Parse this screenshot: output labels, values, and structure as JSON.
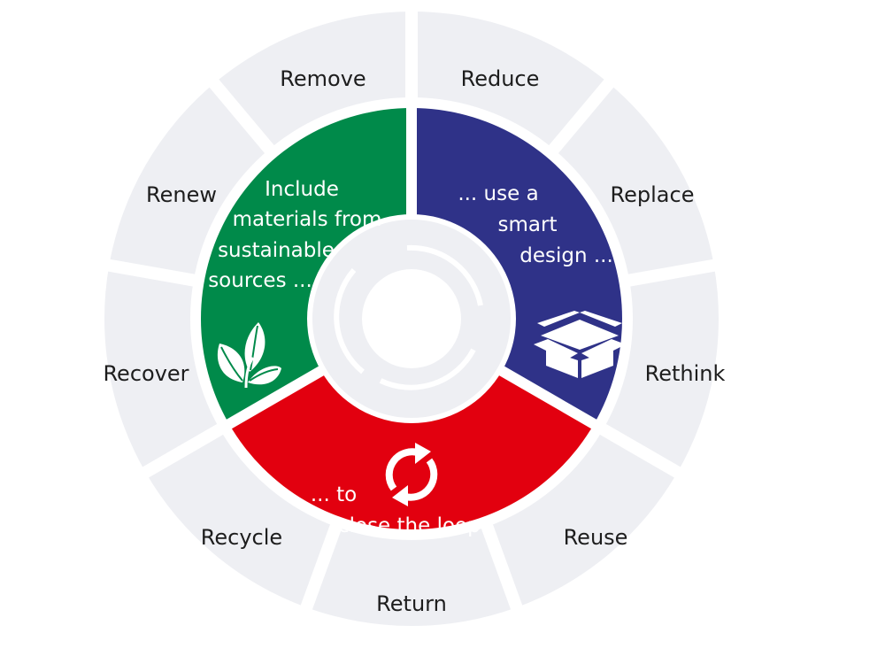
{
  "diagram": {
    "outer_ring": {
      "labels": [
        "Reduce",
        "Replace",
        "Rethink",
        "Reuse",
        "Return",
        "Recycle",
        "Recover",
        "Renew",
        "Remove"
      ],
      "segment_color": "#eeeff3"
    },
    "inner_segments": [
      {
        "key": "green",
        "color": "#008a4a",
        "text_lines": [
          "Include",
          "materials from",
          "sustainable",
          "sources ..."
        ],
        "icon": "leaves-icon"
      },
      {
        "key": "blue",
        "color": "#2f3288",
        "text_lines": [
          "... use a",
          "smart",
          "design ..."
        ],
        "icon": "box-icon"
      },
      {
        "key": "red",
        "color": "#e2000f",
        "text_lines": [
          "... to",
          "close the loop."
        ],
        "icon": "recycle-arrows-icon"
      }
    ],
    "center_color": "#eeeff3"
  }
}
